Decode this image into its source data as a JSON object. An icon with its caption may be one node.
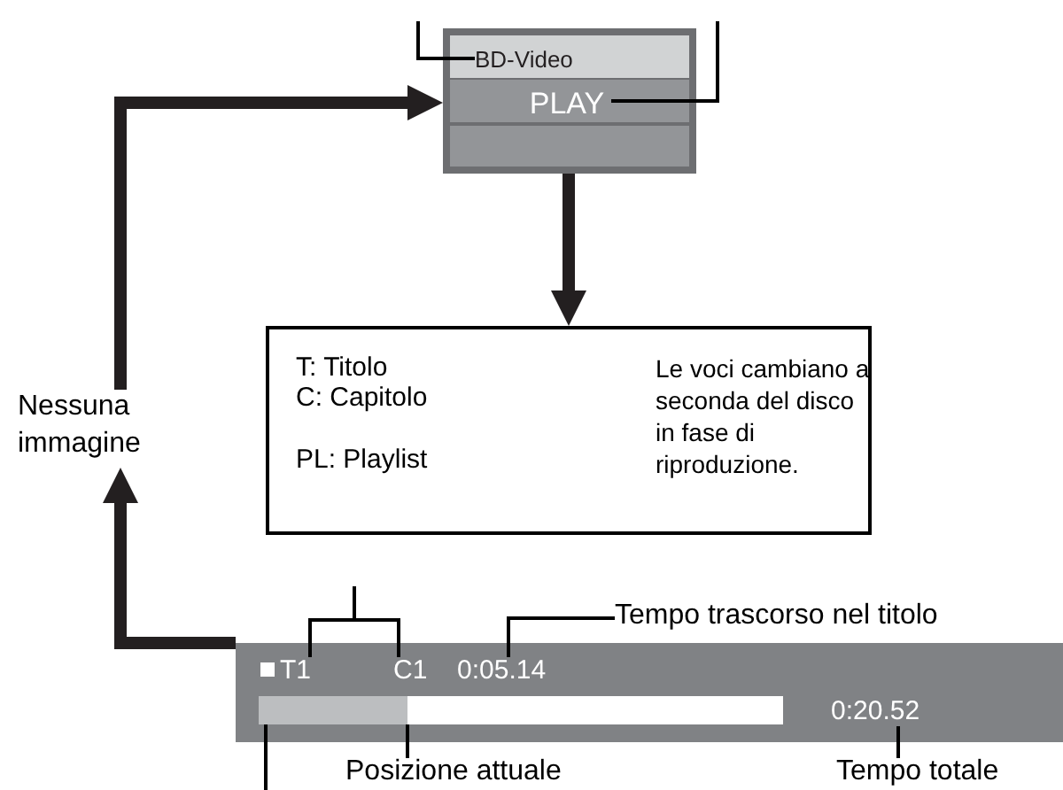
{
  "diagram": {
    "nodes": [
      {
        "text": [],
        "shape": "box"
      },
      {
        "text": [
          "BD-Video"
        ],
        "in": 0
      },
      {
        "text": [
          "PLAY"
        ],
        "in": 0
      },
      {
        "text": [
          "T: Titolo",
          "C: Capitolo",
          "PL: Playlist",
          "Le voci cambiano a seconda del disco in fase di riproduzione."
        ]
      },
      {
        "text": [
          "Nessuna immagine"
        ]
      },
      {
        "text": [],
        "shape": "box"
      },
      {
        "text": [
          "T1"
        ],
        "in": 5
      },
      {
        "text": [
          "C1"
        ],
        "in": 5
      },
      {
        "text": [
          "0:05.14"
        ],
        "in": 5
      },
      {
        "text": [],
        "shape": "bar",
        "in": 5
      },
      {
        "text": [
          "0:20.52"
        ],
        "in": 5
      },
      {
        "text": [
          "Tempo trascorso nel titolo"
        ]
      },
      {
        "text": [
          "Posizione attuale"
        ]
      },
      {
        "text": [
          "Tempo totale"
        ]
      }
    ],
    "edges": [
      {
        "from": 4,
        "to": 0,
        "arrow": "to",
        "style": "thick"
      },
      {
        "from": 0,
        "to": 3,
        "arrow": "to",
        "style": "thick"
      },
      {
        "from": 5,
        "to": 4,
        "arrow": "to",
        "style": "thick"
      },
      {
        "from": null,
        "to": 1,
        "arrow": "none"
      },
      {
        "from": null,
        "to": 2,
        "arrow": "none"
      },
      {
        "from": null,
        "to": 6,
        "arrow": "none"
      },
      {
        "from": null,
        "to": 7,
        "arrow": "none"
      },
      {
        "from": 11,
        "to": 8,
        "arrow": "none"
      },
      {
        "from": 12,
        "to": 9,
        "arrow": "none"
      },
      {
        "from": null,
        "to": 9,
        "arrow": "none"
      },
      {
        "from": 13,
        "to": 10,
        "arrow": "none"
      }
    ]
  }
}
